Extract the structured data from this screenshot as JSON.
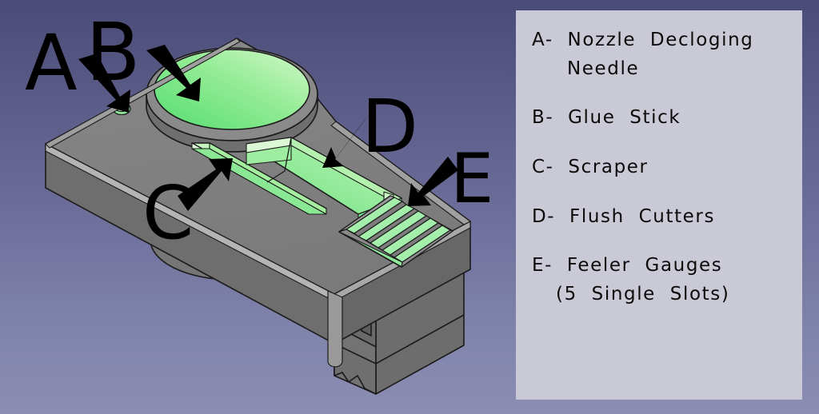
{
  "figure": {
    "type": "annotated-3d-cad-render",
    "subject": "3D printer toolbox / accessory holder",
    "background_top_color": "#4b4b78",
    "background_bottom_color": "#8d8db2"
  },
  "model": {
    "body_color": "#7f7f7f",
    "highlight_color_light": "#ccf5c0",
    "highlight_color_dark": "#5fe07a",
    "edge_color": "#1a1a1a",
    "features": [
      {
        "id": "needle-hole",
        "label": "A",
        "description": "small circular hole in top deck"
      },
      {
        "id": "glue-stick-bore",
        "label": "B",
        "description": "large circular bore"
      },
      {
        "id": "scraper-slot",
        "label": "C",
        "description": "long narrow slot"
      },
      {
        "id": "cutter-pocket",
        "label": "D",
        "description": "wide rectangular pocket"
      },
      {
        "id": "feeler-slots",
        "label": "E",
        "description": "five narrow parallel slots",
        "count": 5
      }
    ]
  },
  "callouts": [
    {
      "letter": "A",
      "points_to": "needle-hole"
    },
    {
      "letter": "B",
      "points_to": "glue-stick-bore"
    },
    {
      "letter": "C",
      "points_to": "scraper-slot"
    },
    {
      "letter": "D",
      "points_to": "cutter-pocket"
    },
    {
      "letter": "E",
      "points_to": "feeler-slots"
    }
  ],
  "legend": {
    "background_color": "#cacad6",
    "text_color": "#0b0b0b",
    "entries": [
      {
        "key": "A",
        "line1": "A-  Nozzle  Decloging",
        "line2": "Needle"
      },
      {
        "key": "B",
        "line1": "B-  Glue  Stick",
        "line2": ""
      },
      {
        "key": "C",
        "line1": "C-  Scraper",
        "line2": ""
      },
      {
        "key": "D",
        "line1": "D-  Flush  Cutters",
        "line2": ""
      },
      {
        "key": "E",
        "line1": "E-  Feeler  Gauges",
        "line2": "(5  Single  Slots)"
      }
    ]
  }
}
